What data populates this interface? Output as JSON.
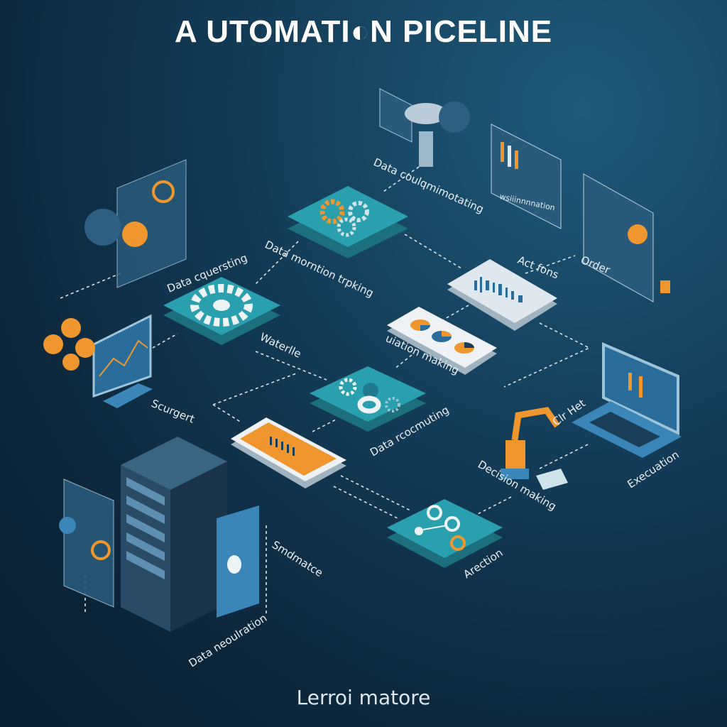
{
  "title": "A UTOMATI◐N PICELINE",
  "footer": "Lerroi matore",
  "colors": {
    "background": "#143c57",
    "teal": "#2a9fae",
    "orange": "#f0962e",
    "light": "#dfe8ee",
    "server": "#2b4a63"
  },
  "labels": {
    "data_coulqmimotating": "Data coulqmimotating",
    "data_cquersting": "Data cquersting",
    "data_morntion_trpking": "Data morntion trpking",
    "wsiiinnnnation": "wsiiinnnnation",
    "act_fons": "Act fons",
    "order": "Order",
    "waterlle": "Waterlle",
    "uiation_making": "uiation making",
    "data_rcocmuting": "Data rcocmuting",
    "scurgert": "Scurgert",
    "clr_het": "Clr Het",
    "decision_making": "Decision making",
    "execuation": "Execuation",
    "smdmatce": "Smdmatce",
    "arection": "Arection",
    "data_neoulration": "Data neoulration"
  },
  "icons": [
    "gears-icon",
    "gear-icon",
    "pie-chart-icon",
    "barcode-icon",
    "network-icon",
    "server-rack-icon",
    "robot-arm-icon",
    "laptop-icon",
    "monitor-icon",
    "dashboard-icon"
  ]
}
